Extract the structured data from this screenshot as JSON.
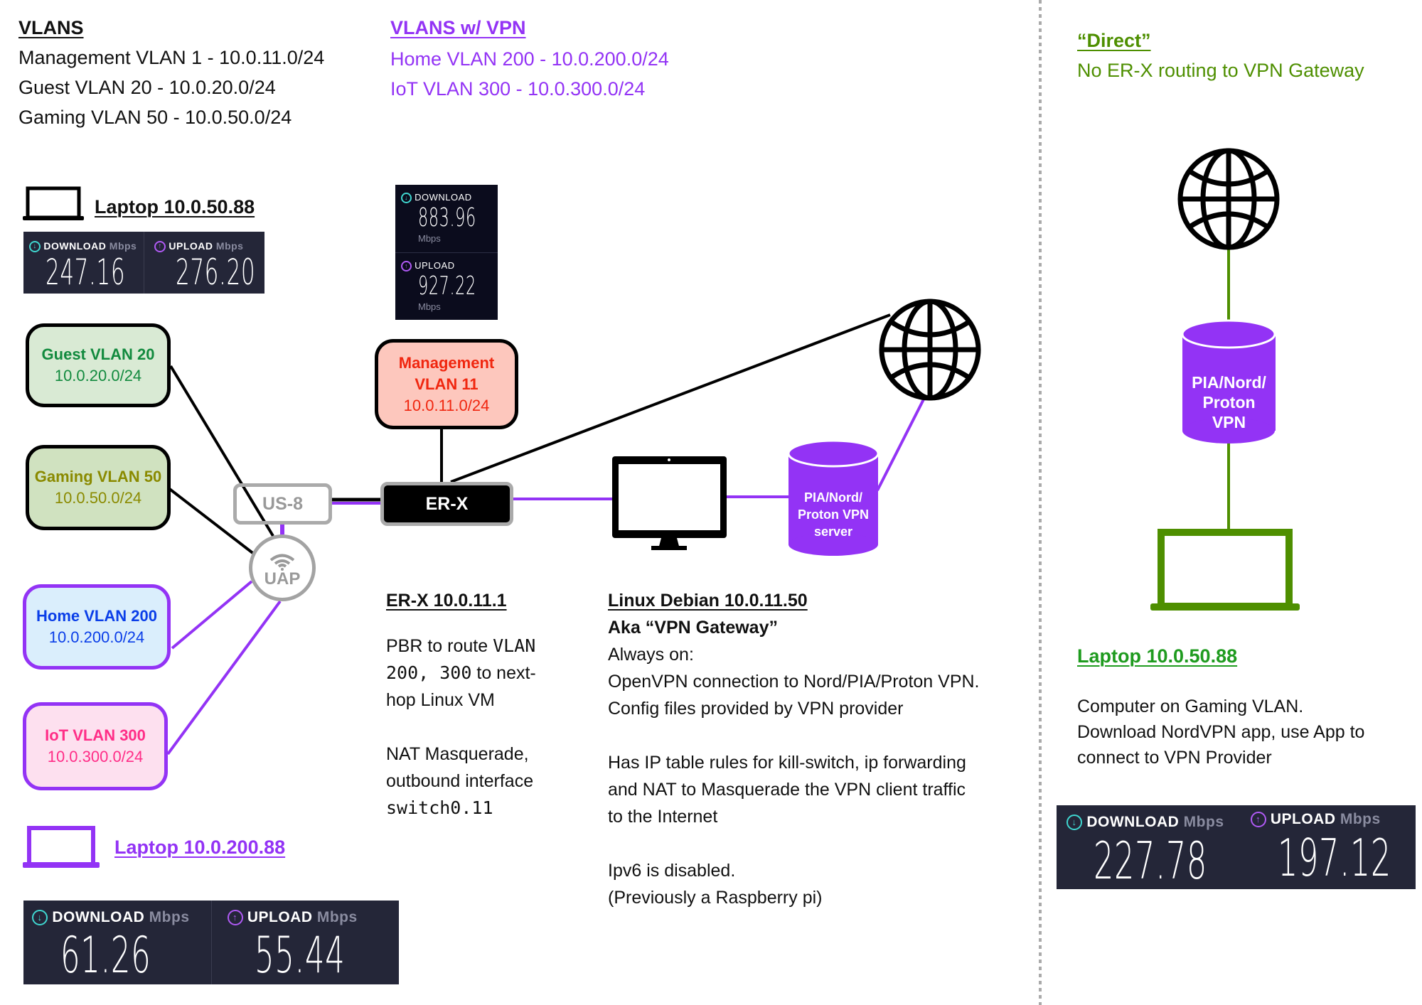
{
  "colors": {
    "purple": "#9333f5",
    "green_line": "#4e8f00",
    "green_text": "#1f9b1f",
    "guest_text": "#128a3e",
    "gaming_text": "#8a8a00",
    "home_text": "#0a3ee8",
    "iot_text": "#ff2d87",
    "mgmt_text": "#f0260f",
    "speed_bg": "#242638",
    "speed_bg_dark": "#0b0c1d"
  },
  "vlans": {
    "title": "VLANS",
    "items": [
      "Management VLAN 1 - 10.0.11.0/24",
      "Guest VLAN 20 - 10.0.20.0/24",
      "Gaming VLAN 50 - 10.0.50.0/24"
    ]
  },
  "vlans_vpn": {
    "title": "VLANS w/ VPN",
    "items": [
      "Home VLAN 200 - 10.0.200.0/24",
      "IoT VLAN 300 - 10.0.300.0/24"
    ]
  },
  "direct": {
    "title": "“Direct”",
    "subtitle": "No ER-X routing to VPN Gateway"
  },
  "laptop_gaming": {
    "label": "Laptop 10.0.50.88",
    "speed": {
      "download_label": "DOWNLOAD",
      "upload_label": "UPLOAD",
      "unit": "Mbps",
      "download": "247.16",
      "upload": "276.20"
    }
  },
  "mgmt_speed": {
    "download_label": "DOWNLOAD",
    "upload_label": "UPLOAD",
    "unit": "Mbps",
    "download": "883.96",
    "upload": "927.22"
  },
  "laptop_home": {
    "label": "Laptop 10.0.200.88",
    "speed": {
      "download_label": "DOWNLOAD",
      "upload_label": "UPLOAD",
      "unit": "Mbps",
      "download": "61.26",
      "upload": "55.44"
    }
  },
  "direct_laptop": {
    "label": "Laptop 10.0.50.88",
    "description": [
      "Computer on Gaming VLAN.",
      "Download NordVPN app, use App to",
      "connect to VPN Provider"
    ],
    "speed": {
      "download_label": "DOWNLOAD",
      "upload_label": "UPLOAD",
      "unit": "Mbps",
      "download": "227.78",
      "upload": "197.12"
    }
  },
  "vlan_boxes": {
    "guest": {
      "name": "Guest VLAN 20",
      "cidr": "10.0.20.0/24"
    },
    "gaming": {
      "name": "Gaming VLAN 50",
      "cidr": "10.0.50.0/24"
    },
    "home": {
      "name": "Home VLAN 200",
      "cidr": "10.0.200.0/24"
    },
    "iot": {
      "name": "IoT VLAN 300",
      "cidr": "10.0.300.0/24"
    },
    "mgmt": {
      "name_line1": "Management",
      "name_line2": "VLAN 11",
      "cidr": "10.0.11.0/24"
    }
  },
  "devices": {
    "switch": "US-8",
    "ap": "UAP",
    "router": "ER-X",
    "vpn_server": [
      "PIA/Nord/",
      "Proton VPN",
      "server"
    ],
    "vpn_direct": [
      "PIA/Nord/",
      "Proton",
      "VPN"
    ]
  },
  "erx_notes": {
    "title": "ER-X 10.0.11.1",
    "pbr_prefix": "PBR to route ",
    "pbr_code1": "VLAN",
    "pbr_code2": "200, 300",
    "pbr_mid": " to next-",
    "pbr_end": "hop Linux VM",
    "nat_line1": "NAT Masquerade,",
    "nat_line2": "outbound interface",
    "nat_code": "switch0.11"
  },
  "gateway_notes": {
    "title": "Linux Debian 10.0.11.50",
    "aka": "Aka “VPN Gateway”",
    "lines_a": [
      "Always on:",
      "OpenVPN connection to Nord/PIA/Proton VPN.",
      "Config files provided by VPN provider"
    ],
    "lines_b": [
      "Has IP table rules for kill-switch, ip forwarding",
      "and NAT to Masquerade the VPN client traffic",
      "to the Internet"
    ],
    "lines_c": [
      "Ipv6 is disabled.",
      "(Previously a Raspberry pi)"
    ]
  },
  "icons": {
    "download": "↓",
    "upload": "↑",
    "wifi": "wifi-icon",
    "globe": "globe-icon",
    "monitor": "monitor-icon",
    "laptop": "laptop-icon",
    "database": "cylinder-icon"
  }
}
